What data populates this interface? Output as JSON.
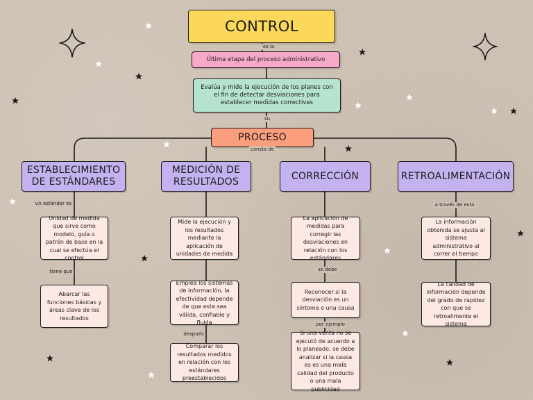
{
  "title": "CONTROL",
  "connector_labels": {
    "es_la": "es la",
    "su": "su",
    "consta_de": "consta de",
    "un_estandar_es": "un estándar es",
    "tiene_que": "tiene que",
    "despues": "después",
    "se_debe": "se debe",
    "por_ejemplo": "por ejemplo",
    "a_traves_de_esta": "a través de esta"
  },
  "definition": "Última etapa del proceso administrativo",
  "description": "Evalúa y mide la ejecución de los planes con el fin de detectar desviaciones para establecer medidas correctivas",
  "process": "PROCESO",
  "branches": [
    {
      "heading": "ESTABLECIMIENTO DE ESTÁNDARES",
      "items": [
        "Unidad de medida que sirve como modelo, guía o patrón de base en la cual se efectúa el control",
        "Abarcar las funciones básicas y áreas clave de los resultados"
      ]
    },
    {
      "heading": "MEDICIÓN DE RESULTADOS",
      "items": [
        "Mide la ejecución y los resultados mediante la aplicación de unidades de medida",
        "Emplea los sistemas de información, la efectividad depende de que esta sea válida, confiable y fluida",
        "Comparar los resultados medidos en relación con los estándares preestablecidos"
      ]
    },
    {
      "heading": "CORRECCIÓN",
      "items": [
        "La aplicación de medidas para corregir las desviaciones en relación con los estándares",
        "Reconocer si la desviación es un síntoma o una causa",
        "Si una venta no se ejecutó de acuerdo a lo planeado, se debe analizar si la causa es es una mala calidad del producto o una mala publicidad"
      ]
    },
    {
      "heading": "RETROALIMENTACIÓN",
      "items": [
        "La información obtenida se ajusta al sistema administrativo al correr el tiempo",
        "La calidad de información depende del grado de rapidez con que se retroalimente el sistema"
      ]
    }
  ],
  "colors": {
    "background": "#cfc2b4",
    "title_box": "#fbd85a",
    "definition_box": "#f5a8c8",
    "description_box": "#b6e3d0",
    "process_box": "#fb9e7d",
    "heading_boxes": "#c3b2ef",
    "detail_boxes": "#fde9e4"
  },
  "decorations": [
    "sparkle-star-icon",
    "small-star-icon"
  ]
}
